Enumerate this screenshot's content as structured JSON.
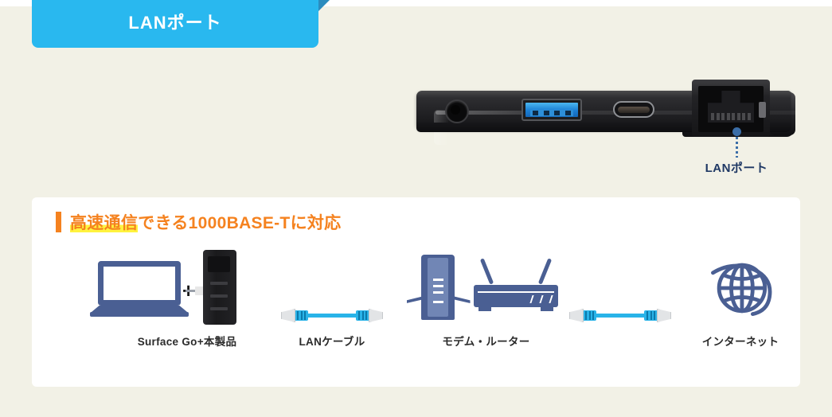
{
  "banner": {
    "label": "LANポート",
    "bg_color": "#29b8ef",
    "fold_color": "#2b8cbe"
  },
  "background": {
    "page_color": "#f2f1e6",
    "card_color": "#ffffff"
  },
  "device": {
    "name": "usb-c-hub-device",
    "ports": [
      {
        "name": "audio-jack-port",
        "label": ""
      },
      {
        "name": "usb-a-port",
        "label": "",
        "color": "#1b7fd4"
      },
      {
        "name": "usb-c-port",
        "label": ""
      },
      {
        "name": "rj45-lan-port",
        "label": ""
      }
    ],
    "callout": {
      "label": "LANポート",
      "color": "#1f3864",
      "dot_color": "#3b6ea8"
    }
  },
  "section": {
    "heading": {
      "highlight_text": "高速通信",
      "rest_text": "できる1000BASE-Tに対応",
      "text_color": "#f5821f",
      "bar_color": "#f5821f",
      "highlight_color": "#fff33f"
    },
    "flow": [
      {
        "name": "laptop-and-product",
        "caption": "Surface Go+本製品",
        "plus": "+"
      },
      {
        "name": "lan-cable-1",
        "caption": "LANケーブル"
      },
      {
        "name": "modem-router",
        "caption": "モデム・ルーター"
      },
      {
        "name": "lan-cable-2",
        "caption": ""
      },
      {
        "name": "internet",
        "caption": "インターネット"
      }
    ],
    "icon_color": "#4a5f93",
    "cable_color": "#29b3e8"
  }
}
